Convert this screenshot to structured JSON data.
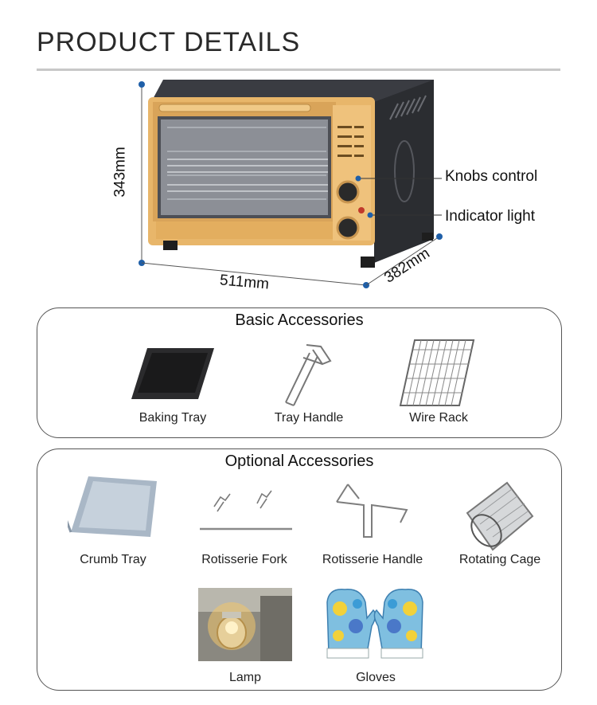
{
  "header": {
    "title": "PRODUCT  DETAILS"
  },
  "dimensions": {
    "height": "343mm",
    "width": "511mm",
    "depth": "382mm"
  },
  "callouts": {
    "knobs": "Knobs control",
    "indicator": "Indicator light"
  },
  "basic": {
    "title": "Basic Accessories",
    "items": [
      {
        "label": "Baking Tray",
        "icon": "baking-tray-icon"
      },
      {
        "label": "Tray Handle",
        "icon": "tray-handle-icon"
      },
      {
        "label": "Wire Rack",
        "icon": "wire-rack-icon"
      }
    ]
  },
  "optional": {
    "title": "Optional Accessories",
    "items": [
      {
        "label": "Crumb Tray",
        "icon": "crumb-tray-icon"
      },
      {
        "label": "Rotisserie Fork",
        "icon": "rotisserie-fork-icon"
      },
      {
        "label": "Rotisserie Handle",
        "icon": "rotisserie-handle-icon"
      },
      {
        "label": "Rotating Cage",
        "icon": "rotating-cage-icon"
      },
      {
        "label": "Lamp",
        "icon": "lamp-icon"
      },
      {
        "label": "Gloves",
        "icon": "gloves-icon"
      }
    ]
  },
  "colors": {
    "accent_blue": "#1f5fa8",
    "oven_gold": "#e8b66a",
    "oven_body": "#2b2d31"
  }
}
